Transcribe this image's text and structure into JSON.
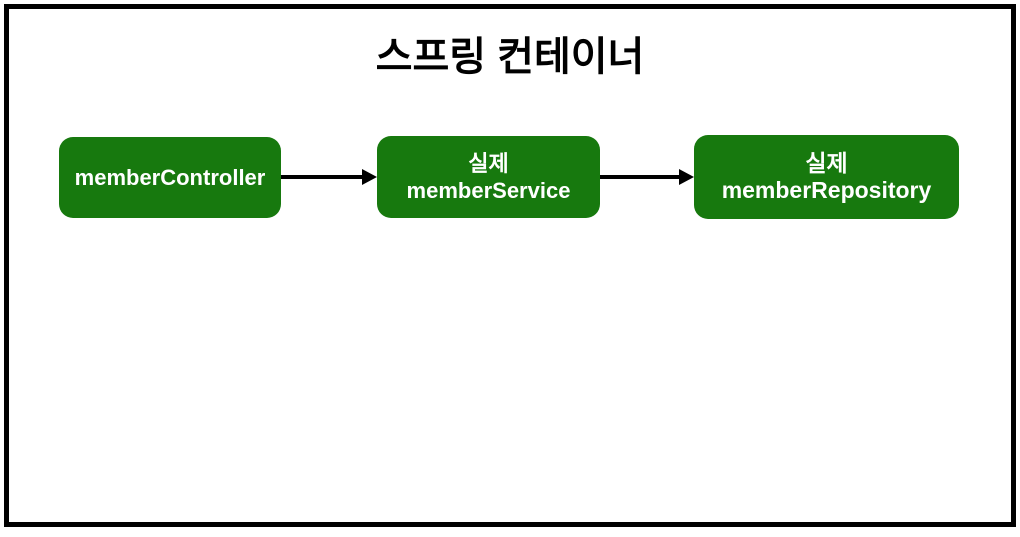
{
  "colors": {
    "background": "#ffffff",
    "frame_border": "#000000",
    "node_fill": "#17790e",
    "node_text": "#ffffff",
    "arrow": "#000000",
    "title_text": "#000000"
  },
  "diagram": {
    "title": "스프링 컨테이너",
    "nodes": [
      {
        "id": "memberController",
        "line1": "memberController",
        "line2": ""
      },
      {
        "id": "memberService",
        "line1": "실제",
        "line2": "memberService"
      },
      {
        "id": "memberRepository",
        "line1": "실제",
        "line2": "memberRepository"
      }
    ],
    "edges": [
      {
        "from": "memberController",
        "to": "memberService"
      },
      {
        "from": "memberService",
        "to": "memberRepository"
      }
    ]
  }
}
